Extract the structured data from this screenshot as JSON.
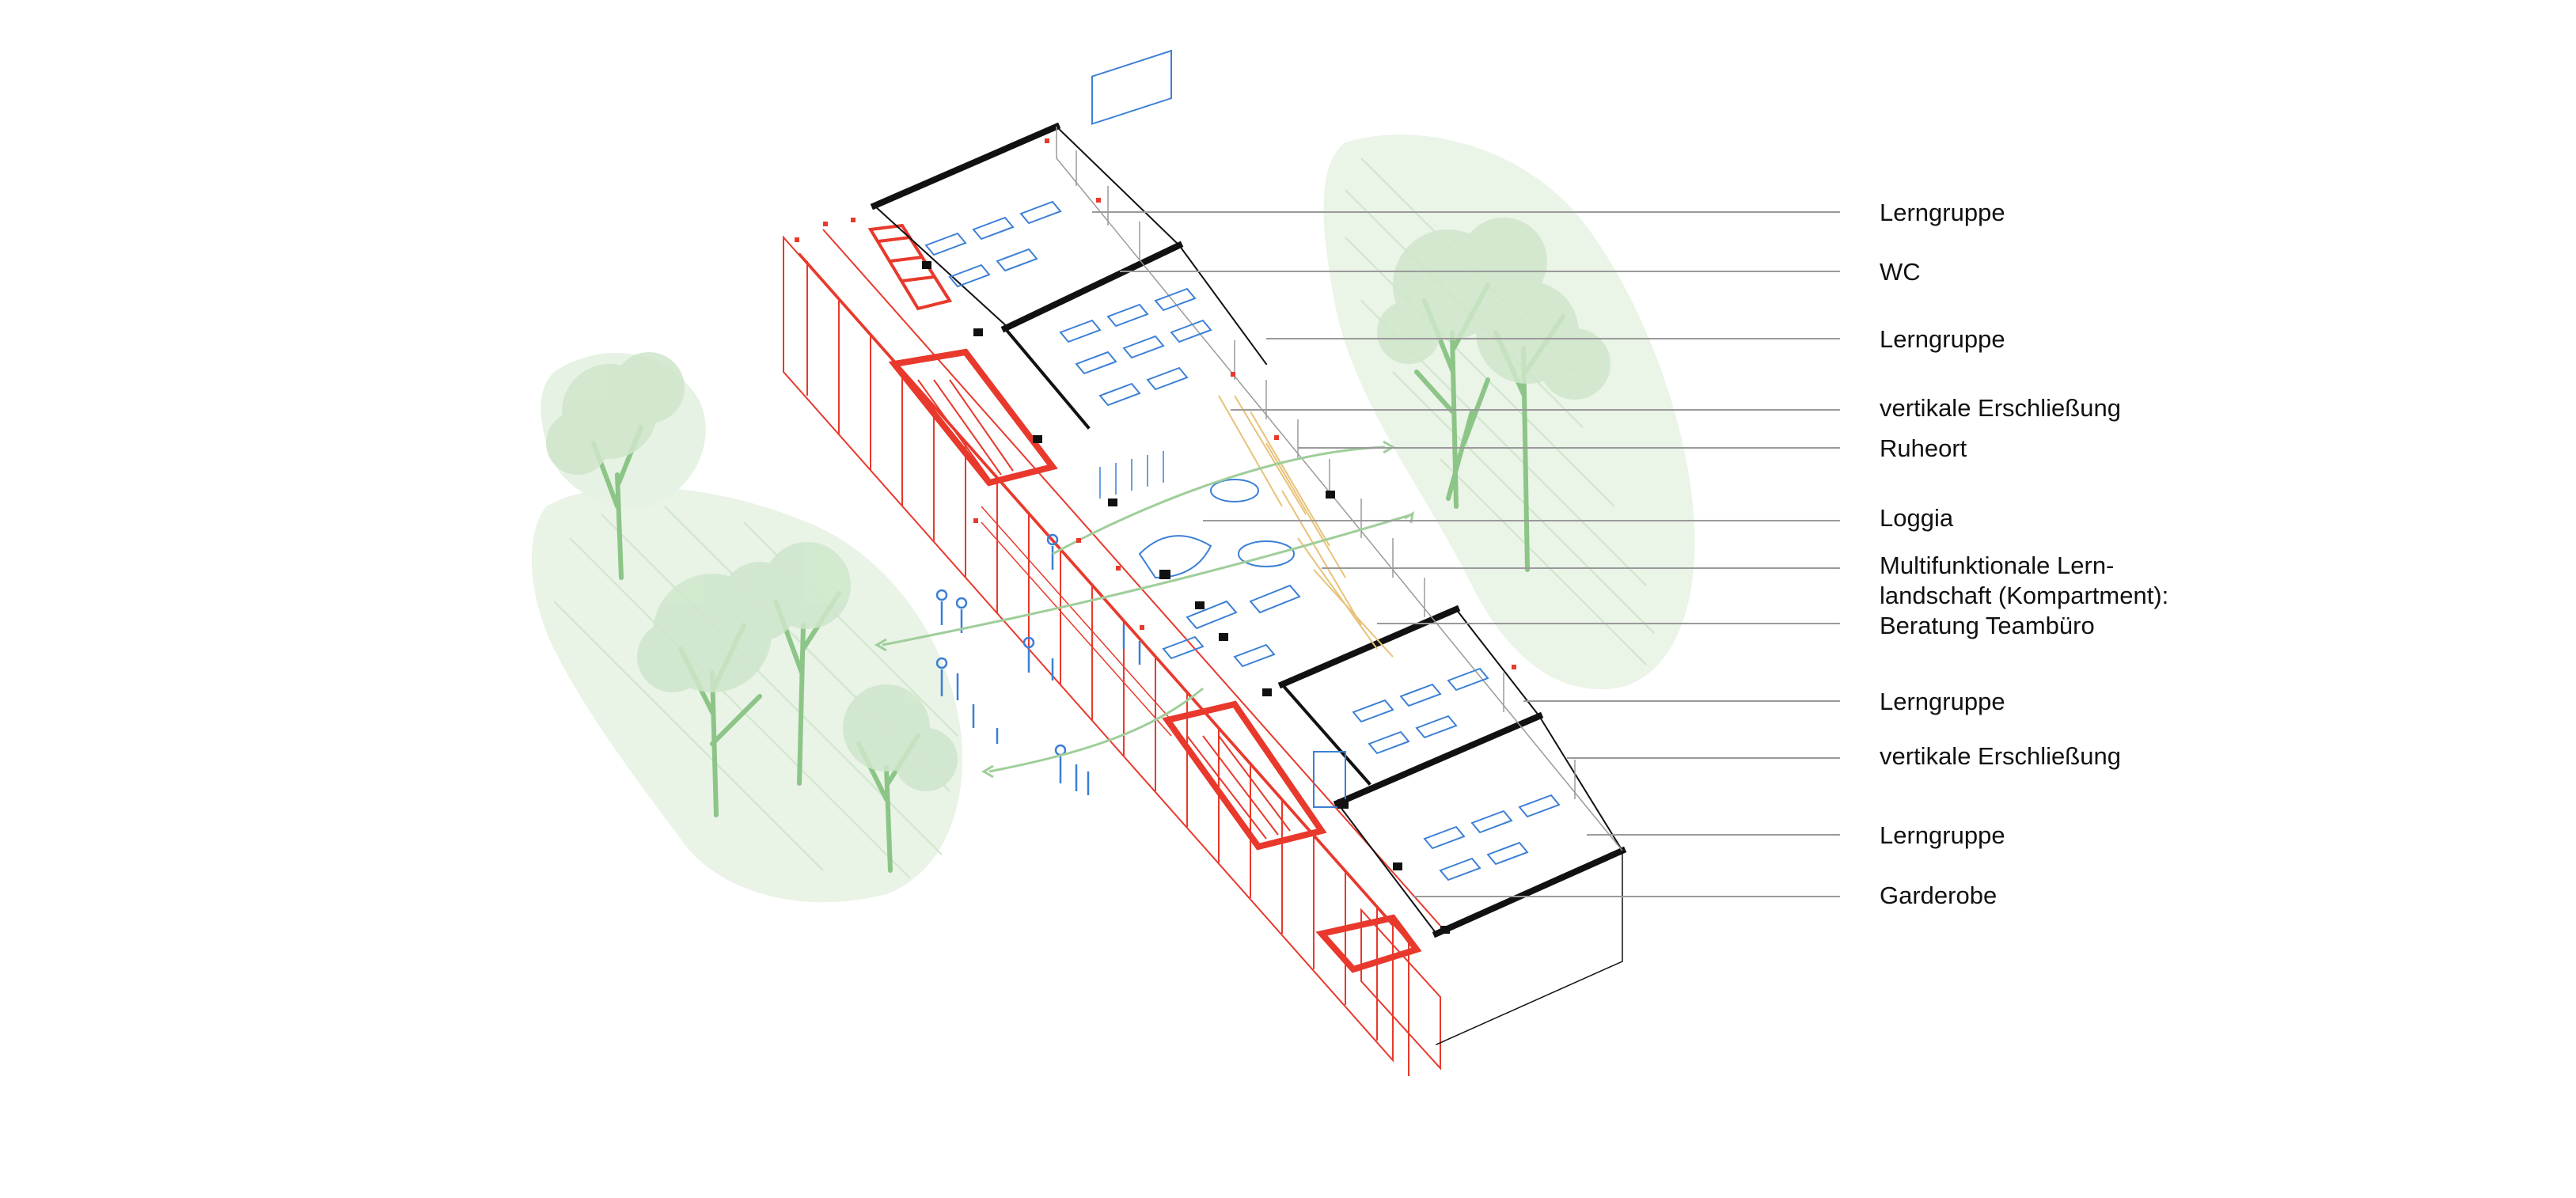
{
  "labels": [
    {
      "text": "Lerngruppe"
    },
    {
      "text": "WC"
    },
    {
      "text": "Lerngruppe"
    },
    {
      "text": "vertikale Erschließung"
    },
    {
      "text": "Ruheort"
    },
    {
      "text": "Loggia"
    },
    {
      "text": "Multifunktionale Lern-\nlandschaft (Kompartment):\nBeratung Teambüro"
    },
    {
      "text": "Lerngruppe"
    },
    {
      "text": "vertikale Erschließung"
    },
    {
      "text": "Lerngruppe"
    },
    {
      "text": "Garderobe"
    }
  ],
  "colors": {
    "structure": "#e8392c",
    "walls": "#111111",
    "furniture": "#3b7fd6",
    "greenery": "#9fce9a",
    "greenery_fill": "#e6f2e3",
    "stair_hatch": "#e8c27a",
    "leader_line": "#9a9a9a"
  }
}
